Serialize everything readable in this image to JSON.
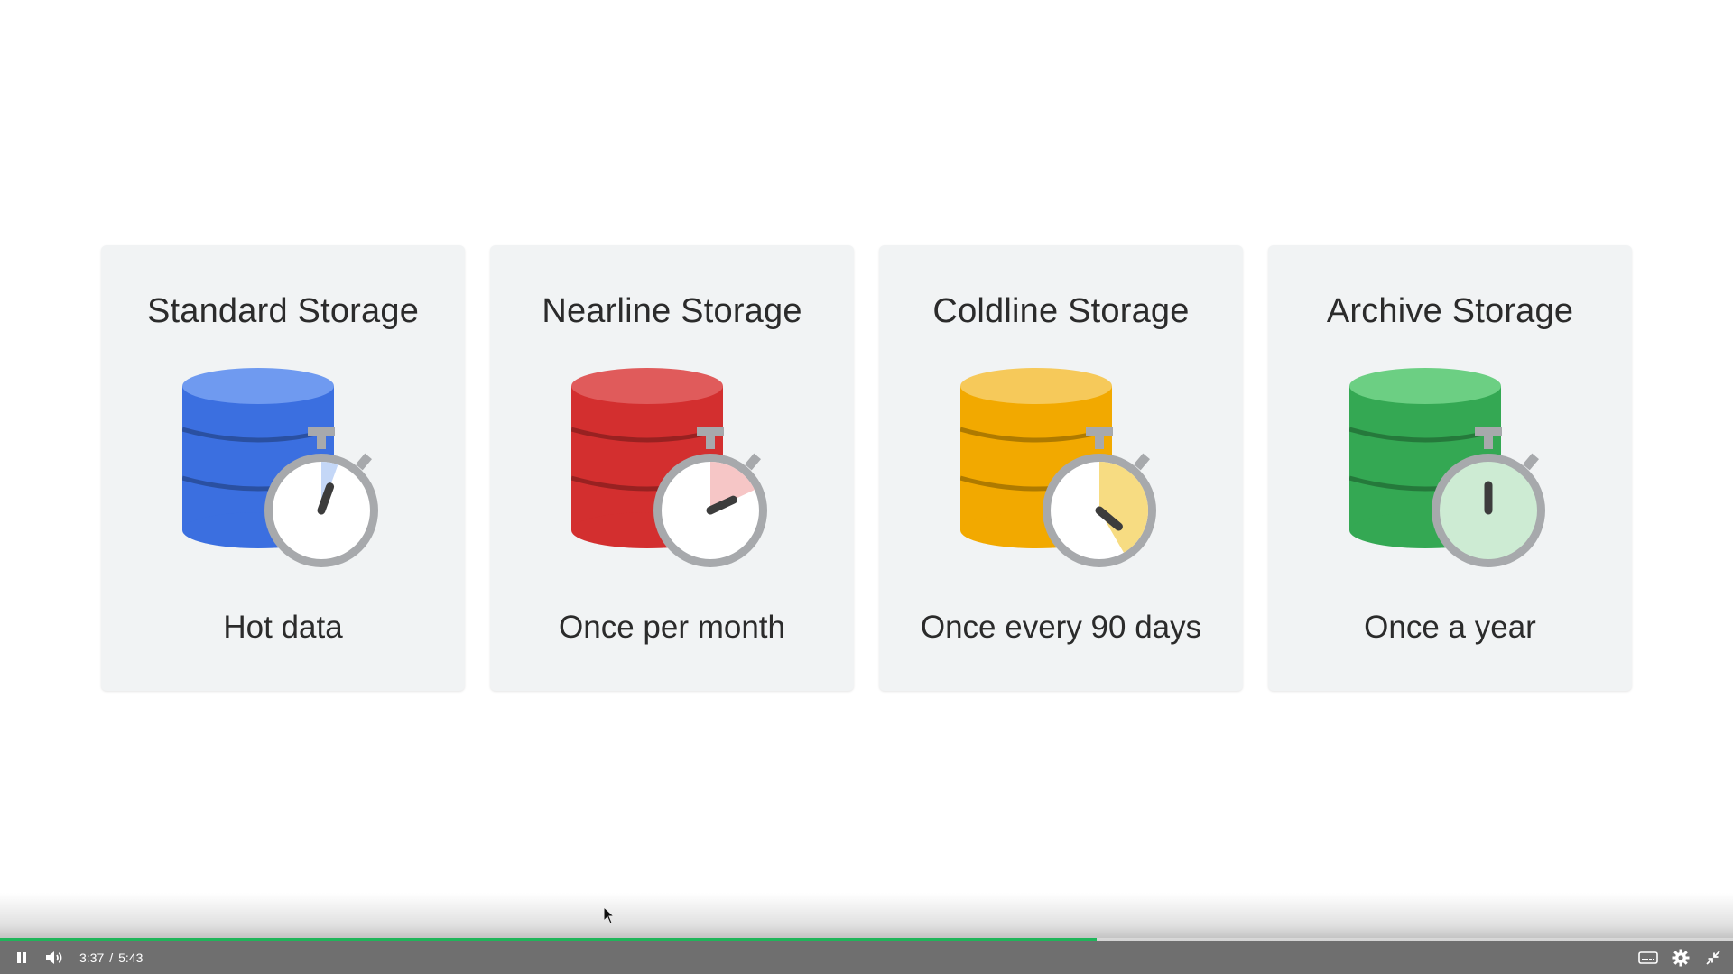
{
  "cards": [
    {
      "title": "Standard Storage",
      "caption": "Hot data",
      "color": "#3b6fe0",
      "top_color": "#6f9af0",
      "wedge_color": "#c4d7f7",
      "face_color": "#ffffff"
    },
    {
      "title": "Nearline Storage",
      "caption": "Once per month",
      "color": "#d32f2f",
      "top_color": "#e05b5b",
      "wedge_color": "#f6c6c6",
      "face_color": "#ffffff"
    },
    {
      "title": "Coldline Storage",
      "caption": "Once every 90 days",
      "color": "#f2a900",
      "top_color": "#f6c95a",
      "wedge_color": "#f7dc82",
      "face_color": "#ffffff"
    },
    {
      "title": "Archive Storage",
      "caption": "Once a year",
      "color": "#34a853",
      "top_color": "#6ccf83",
      "wedge_color": "#cdebd3",
      "face_color": "#cdebd3"
    }
  ],
  "player": {
    "current_time": "3:37",
    "separator": "/",
    "duration": "5:43",
    "progress_fraction": 0.633,
    "progress_color": "#1fb55a",
    "icons": {
      "play_pause": "pause-icon",
      "volume": "volume-icon",
      "captions": "captions-icon",
      "settings": "gear-icon",
      "fullscreen": "exit-fullscreen-icon"
    }
  }
}
